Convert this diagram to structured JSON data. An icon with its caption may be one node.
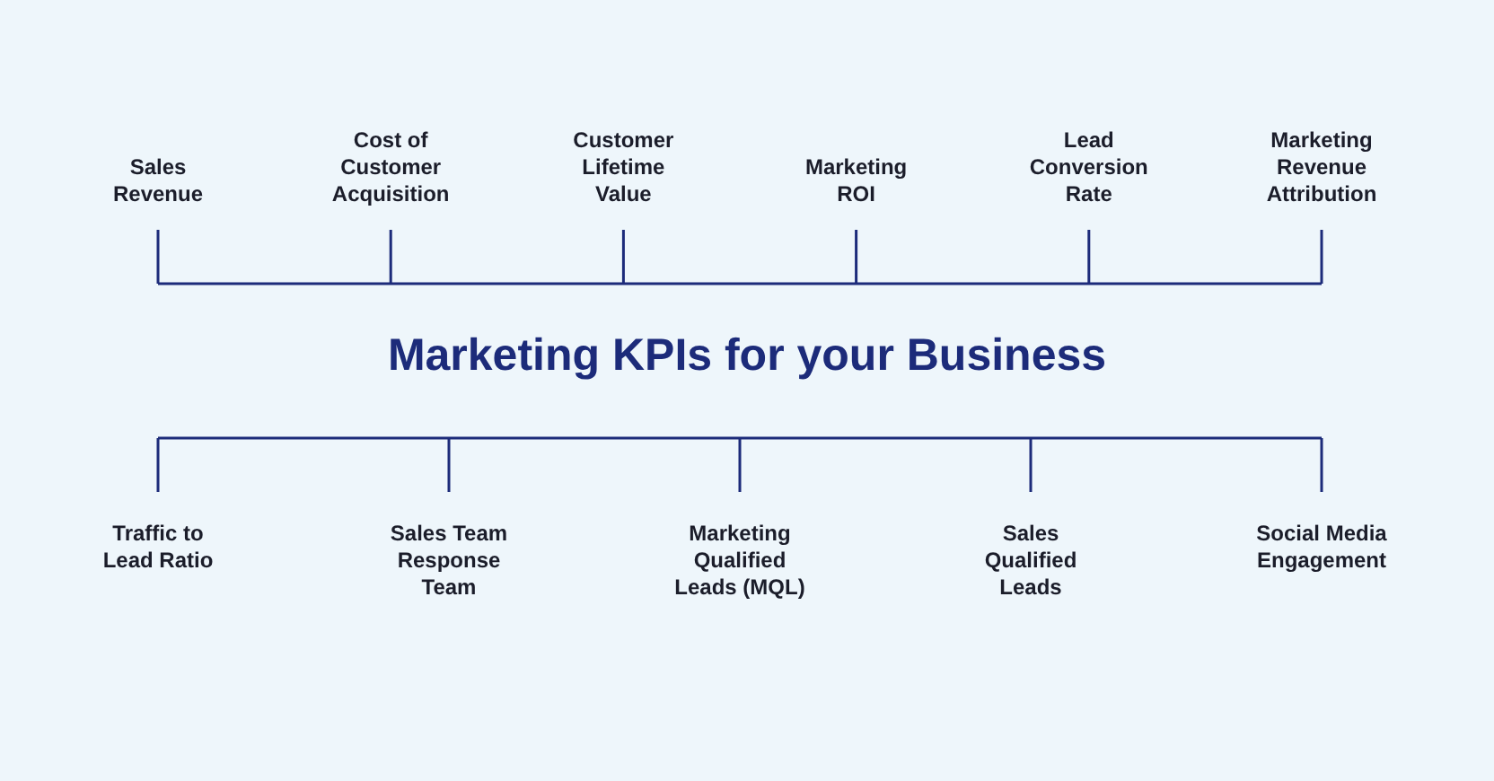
{
  "diagram": {
    "title": "Marketing KPIs for your Business",
    "labels": [
      "Sales Revenue",
      "Cost of Customer Acquisition",
      "Customer Lifetime Value",
      "Marketing ROI",
      "Lead Conversion Rate",
      "Marketing Revenue Attribution",
      "Traffic to Lead Ratio",
      "Sales Team Response Team",
      "Marketing Qualified Leads (MQL)",
      "Sales Qualified Leads",
      "Social Media Engagement"
    ]
  }
}
